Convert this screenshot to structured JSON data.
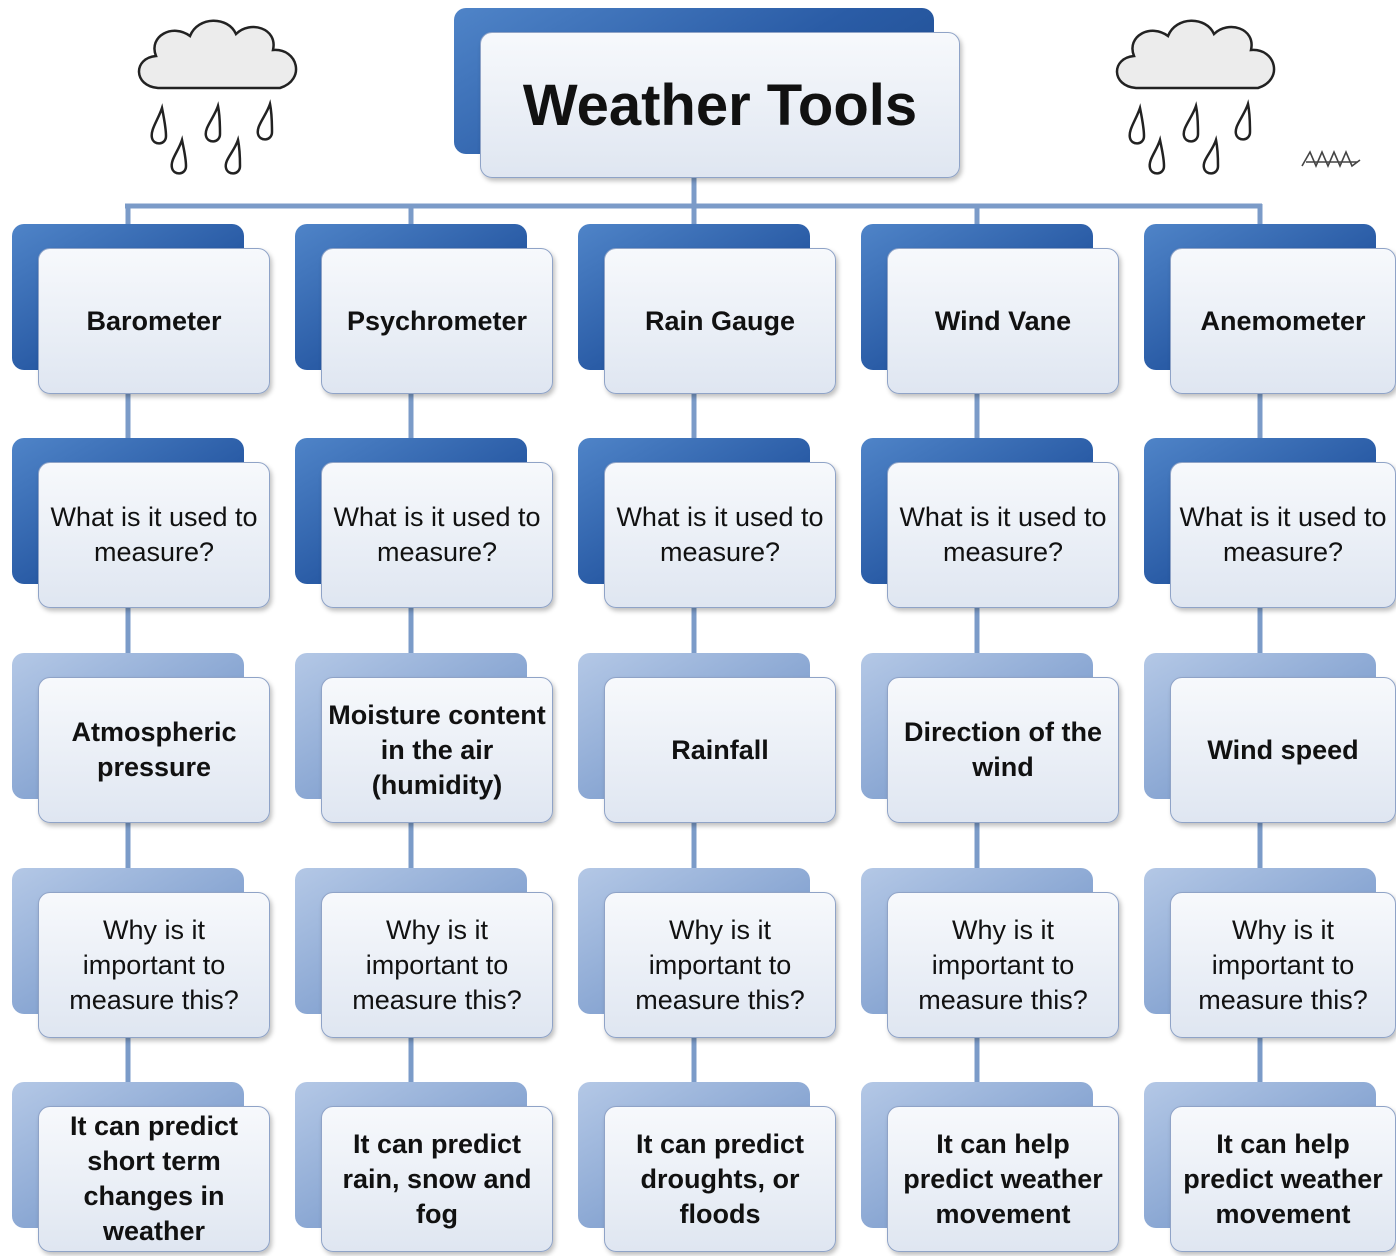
{
  "title": "Weather Tools",
  "columns": [
    {
      "tool": "Barometer",
      "question1": "What is it used to measure?",
      "measures": "Atmospheric pressure",
      "question2": "Why is it important to measure this?",
      "answer": "It can predict short term changes in weather"
    },
    {
      "tool": "Psychrometer",
      "question1": "What is it used to measure?",
      "measures": "Moisture content in the air (humidity)",
      "question2": "Why is it important to measure this?",
      "answer": "It can predict rain, snow and fog"
    },
    {
      "tool": "Rain Gauge",
      "question1": "What is it used to measure?",
      "measures": "Rainfall",
      "question2": "Why is it important to measure this?",
      "answer": "It can predict droughts, or floods"
    },
    {
      "tool": "Wind Vane",
      "question1": "What is it used to measure?",
      "measures": "Direction of the wind",
      "question2": "Why is it important to measure this?",
      "answer": "It can help predict weather movement"
    },
    {
      "tool": "Anemometer",
      "question1": "What is it used to measure?",
      "measures": "Wind speed",
      "question2": "Why is it important to measure this?",
      "answer": "It can help predict weather movement"
    }
  ],
  "decorations": {
    "left_icon": "rain-cloud-icon",
    "right_icon": "rain-cloud-icon",
    "logo_icon": "signature-logo-icon"
  },
  "colors": {
    "dark_box": "#2a5ca6",
    "light_box": "#8aa7d3",
    "connector": "#7b9bc8"
  }
}
